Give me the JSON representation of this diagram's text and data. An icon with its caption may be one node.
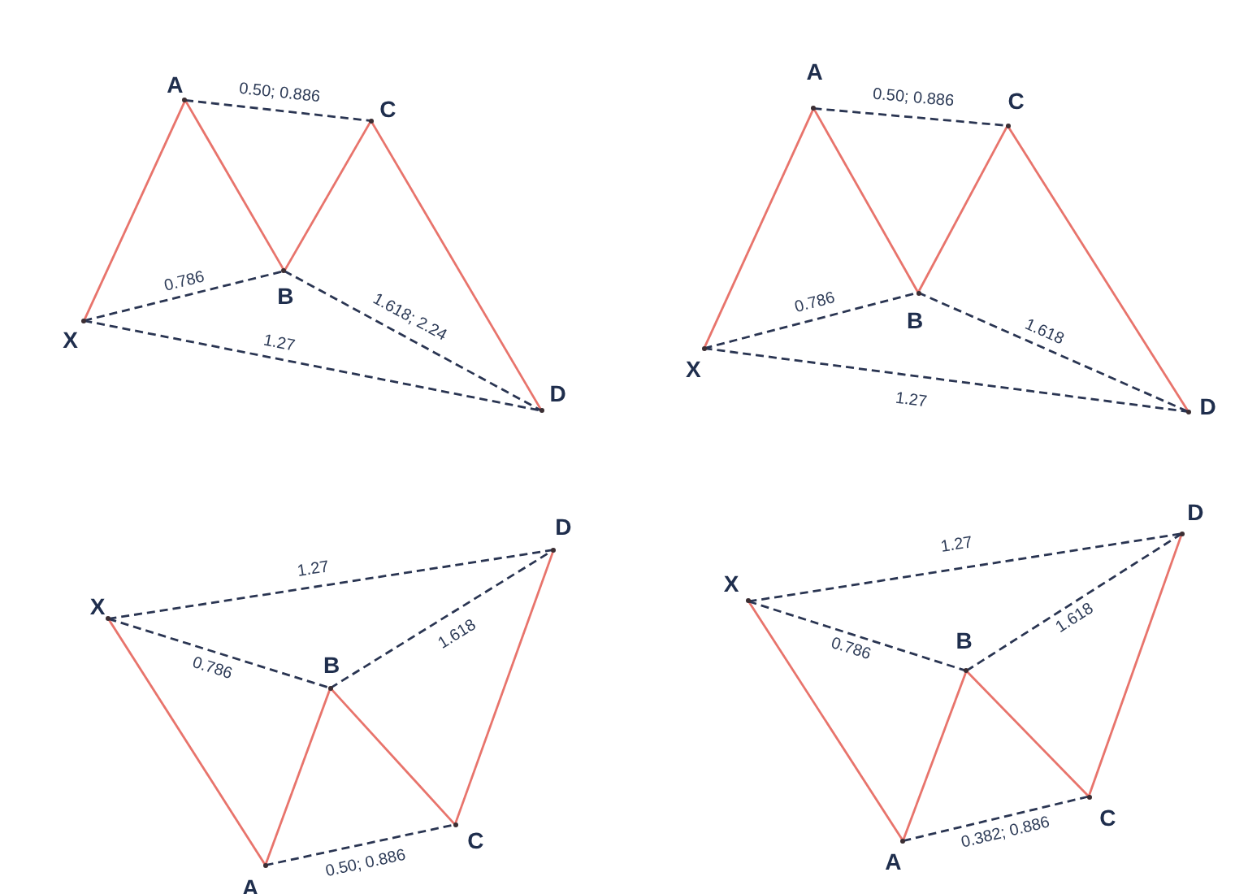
{
  "diagram": {
    "nodes": [
      {
        "text": [
          "X"
        ]
      },
      {
        "text": [
          "A"
        ]
      },
      {
        "text": [
          "B"
        ]
      },
      {
        "text": [
          "C"
        ]
      },
      {
        "text": [
          "D"
        ]
      },
      {
        "text": [
          "X"
        ]
      },
      {
        "text": [
          "A"
        ]
      },
      {
        "text": [
          "B"
        ]
      },
      {
        "text": [
          "C"
        ]
      },
      {
        "text": [
          "D"
        ]
      },
      {
        "text": [
          "X"
        ]
      },
      {
        "text": [
          "A"
        ]
      },
      {
        "text": [
          "B"
        ]
      },
      {
        "text": [
          "C"
        ]
      },
      {
        "text": [
          "D"
        ]
      },
      {
        "text": [
          "X"
        ]
      },
      {
        "text": [
          "A"
        ]
      },
      {
        "text": [
          "B"
        ]
      },
      {
        "text": [
          "C"
        ]
      },
      {
        "text": [
          "D"
        ]
      }
    ],
    "edges": [
      {
        "from": 0,
        "to": 1,
        "arrow": "none",
        "color": "#e8746c"
      },
      {
        "from": 1,
        "to": 2,
        "arrow": "none",
        "color": "#e8746c"
      },
      {
        "from": 2,
        "to": 3,
        "arrow": "none",
        "color": "#e8746c"
      },
      {
        "from": 3,
        "to": 4,
        "arrow": "none",
        "color": "#e8746c"
      },
      {
        "from": 1,
        "to": 3,
        "arrow": "none",
        "style": "dashed",
        "color": "#2a3552",
        "label": "0.50; 0.886"
      },
      {
        "from": 0,
        "to": 2,
        "arrow": "none",
        "style": "dashed",
        "color": "#2a3552",
        "label": "0.786"
      },
      {
        "from": 2,
        "to": 4,
        "arrow": "none",
        "style": "dashed",
        "color": "#2a3552",
        "label": "1.618; 2.24"
      },
      {
        "from": 0,
        "to": 4,
        "arrow": "none",
        "style": "dashed",
        "color": "#2a3552",
        "label": "1.27"
      },
      {
        "from": 5,
        "to": 6,
        "arrow": "none",
        "color": "#e8746c"
      },
      {
        "from": 6,
        "to": 7,
        "arrow": "none",
        "color": "#e8746c"
      },
      {
        "from": 7,
        "to": 8,
        "arrow": "none",
        "color": "#e8746c"
      },
      {
        "from": 8,
        "to": 9,
        "arrow": "none",
        "color": "#e8746c"
      },
      {
        "from": 6,
        "to": 8,
        "arrow": "none",
        "style": "dashed",
        "color": "#2a3552",
        "label": "0.50; 0.886"
      },
      {
        "from": 5,
        "to": 7,
        "arrow": "none",
        "style": "dashed",
        "color": "#2a3552",
        "label": "0.786"
      },
      {
        "from": 7,
        "to": 9,
        "arrow": "none",
        "style": "dashed",
        "color": "#2a3552",
        "label": "1.618"
      },
      {
        "from": 5,
        "to": 9,
        "arrow": "none",
        "style": "dashed",
        "color": "#2a3552",
        "label": "1.27"
      },
      {
        "from": 10,
        "to": 11,
        "arrow": "none",
        "color": "#e8746c"
      },
      {
        "from": 11,
        "to": 12,
        "arrow": "none",
        "color": "#e8746c"
      },
      {
        "from": 12,
        "to": 13,
        "arrow": "none",
        "color": "#e8746c"
      },
      {
        "from": 13,
        "to": 14,
        "arrow": "none",
        "color": "#e8746c"
      },
      {
        "from": 11,
        "to": 13,
        "arrow": "none",
        "style": "dashed",
        "color": "#2a3552",
        "label": "0.50; 0.886"
      },
      {
        "from": 10,
        "to": 12,
        "arrow": "none",
        "style": "dashed",
        "color": "#2a3552",
        "label": "0.786"
      },
      {
        "from": 12,
        "to": 14,
        "arrow": "none",
        "style": "dashed",
        "color": "#2a3552",
        "label": "1.618"
      },
      {
        "from": 10,
        "to": 14,
        "arrow": "none",
        "style": "dashed",
        "color": "#2a3552",
        "label": "1.27"
      },
      {
        "from": 15,
        "to": 16,
        "arrow": "none",
        "color": "#e8746c"
      },
      {
        "from": 16,
        "to": 17,
        "arrow": "none",
        "color": "#e8746c"
      },
      {
        "from": 17,
        "to": 18,
        "arrow": "none",
        "color": "#e8746c"
      },
      {
        "from": 18,
        "to": 19,
        "arrow": "none",
        "color": "#e8746c"
      },
      {
        "from": 16,
        "to": 18,
        "arrow": "none",
        "style": "dashed",
        "color": "#2a3552",
        "label": "0.382; 0.886"
      },
      {
        "from": 15,
        "to": 17,
        "arrow": "none",
        "style": "dashed",
        "color": "#2a3552",
        "label": "0.786"
      },
      {
        "from": 17,
        "to": 19,
        "arrow": "none",
        "style": "dashed",
        "color": "#2a3552",
        "label": "1.618"
      },
      {
        "from": 15,
        "to": 19,
        "arrow": "none",
        "style": "dashed",
        "color": "#2a3552",
        "label": "1.27"
      }
    ]
  }
}
